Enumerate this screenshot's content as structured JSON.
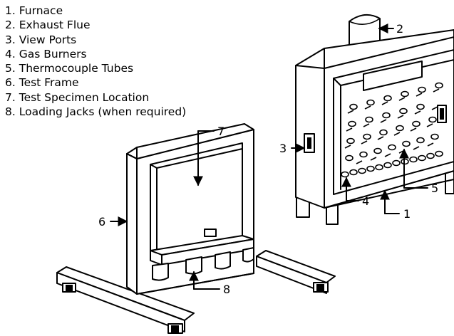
{
  "legend": [
    {
      "number": "1",
      "label": "Furnace"
    },
    {
      "number": "2",
      "label": "Exhaust Flue"
    },
    {
      "number": "3",
      "label": "View Ports"
    },
    {
      "number": "4",
      "label": "Gas Burners"
    },
    {
      "number": "5",
      "label": "Thermocouple Tubes"
    },
    {
      "number": "6",
      "label": "Test Frame"
    },
    {
      "number": "7",
      "label": "Test Specimen Location"
    },
    {
      "number": "8",
      "label": "Loading Jacks (when required)"
    }
  ],
  "callouts": {
    "furnace": "1",
    "exhaust_flue": "2",
    "view_ports": "3",
    "gas_burners": "4",
    "thermocouple_tubes": "5",
    "test_frame": "6",
    "test_specimen_location": "7",
    "loading_jacks": "8"
  }
}
